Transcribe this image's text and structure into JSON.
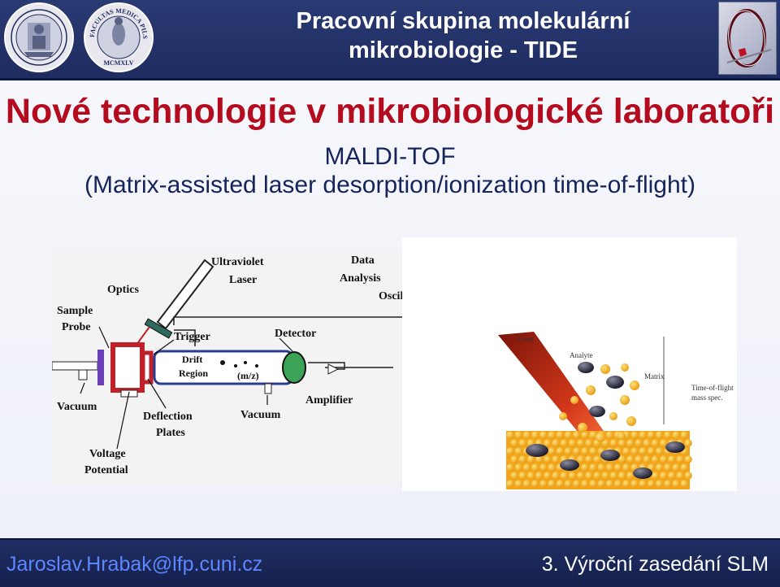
{
  "header": {
    "title_line1": "Pracovní skupina molekulární",
    "title_line2": "mikrobiologie - TIDE",
    "seal2_text": "FACULTAS MEDICA PILSNENSIS",
    "seal2_year": "MCMXLV"
  },
  "main": {
    "title": "Nové technologie v mikrobiologické laboratoři",
    "subtitle_line1": "MALDI-TOF",
    "subtitle_line2": "(Matrix-assisted laser desorption/ionization time-of-flight)"
  },
  "diagram_left": {
    "labels": {
      "ultraviolet": "Ultraviolet",
      "laser": "Laser",
      "data": "Data",
      "analysis": "Analysis",
      "optics": "Optics",
      "oscilloscope": "Oscilloscope",
      "sample": "Sample",
      "probe": "Probe",
      "trigger": "Trigger",
      "detector": "Detector",
      "drift": "Drift",
      "region": "Region",
      "mz": "(m/z)",
      "vacuum_left": "Vacuum",
      "amplifier": "Amplifier",
      "deflection": "Deflection",
      "plates": "Plates",
      "vacuum_bottom": "Vacuum",
      "voltage": "Voltage",
      "potential": "Potential"
    }
  },
  "diagram_right": {
    "labels": {
      "laser": "Laser",
      "analyte": "Analyte",
      "matrix": "Matrix",
      "tof_line1": "Time-of-flight",
      "tof_line2": "mass spec."
    }
  },
  "footer": {
    "email": "Jaroslav.Hrabak@lfp.cuni.cz",
    "event": "3. Výroční zasedání SLM"
  },
  "colors": {
    "header_bg": "#1e2c60",
    "title_red": "#b40b1e",
    "subtitle_navy": "#15245a",
    "footer_email": "#5e86ff"
  }
}
